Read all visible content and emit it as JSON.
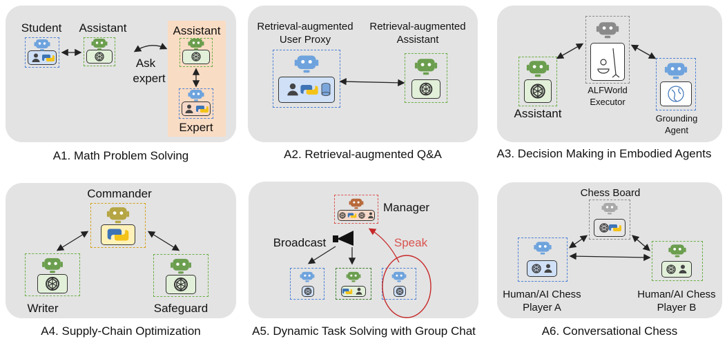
{
  "captions": {
    "a1": "A1. Math Problem Solving",
    "a2": "A2. Retrieval-augmented Q&A",
    "a3": "A3. Decision Making in Embodied Agents",
    "a4": "A4. Supply-Chain Optimization",
    "a5": "A5. Dynamic Task Solving with Group Chat",
    "a6": "A6. Conversational Chess"
  },
  "a1": {
    "student": "Student",
    "assistant": "Assistant",
    "assistant2": "Assistant",
    "ask": "Ask",
    "expert_word": "expert",
    "expert": "Expert"
  },
  "a2": {
    "proxy_line1": "Retrieval-augmented",
    "proxy_line2": "User Proxy",
    "asst_line1": "Retrieval-augmented",
    "asst_line2": "Assistant"
  },
  "a3": {
    "assistant": "Assistant",
    "exec_line1": "ALFWorld",
    "exec_line2": "Executor",
    "ground_line1": "Grounding",
    "ground_line2": "Agent"
  },
  "a4": {
    "commander": "Commander",
    "writer": "Writer",
    "safeguard": "Safeguard"
  },
  "a5": {
    "manager": "Manager",
    "broadcast": "Broadcast",
    "speak": "Speak"
  },
  "a6": {
    "board": "Chess Board",
    "pa_line1": "Human/AI Chess",
    "pa_line2": "Player A",
    "pb_line1": "Human/AI Chess",
    "pb_line2": "Player B"
  },
  "colors": {
    "panel": "#e3e3e3",
    "blue_dash": "#4a7fd4",
    "green_dash": "#6aae45",
    "yellow_dash": "#d4a017",
    "red": "#d9534f",
    "expert_bg": "#f9dcc4"
  },
  "icons": [
    "robot-icon",
    "openai-icon",
    "python-icon",
    "person-icon",
    "database-icon",
    "globe-icon",
    "megaphone-icon",
    "household-icon"
  ]
}
